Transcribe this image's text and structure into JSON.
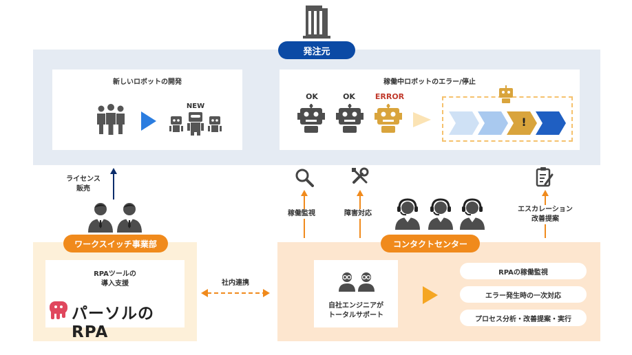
{
  "client": {
    "badge": "発注元",
    "new_robot_card": {
      "title": "新しいロボットの開発",
      "new_label": "NEW"
    },
    "error_card": {
      "title": "稼働中ロボットのエラー/停止",
      "status_ok_1": "OK",
      "status_ok_2": "OK",
      "status_error": "ERROR",
      "error_mark": "!"
    }
  },
  "flows": {
    "license": "ライセンス\n販売",
    "monitoring": "稼働監視",
    "trouble": "障害対応",
    "escalation": "エスカレーション\n改善提案",
    "internal_link": "社内連携"
  },
  "work_switch": {
    "badge": "ワークスイッチ事業部",
    "support_text": "RPAツールの\n導入支援",
    "logo_text": "パーソルのRPA"
  },
  "contact_center": {
    "badge": "コンタクトセンター",
    "engineer_text": "自社エンジニアが\nトータルサポート",
    "services": [
      "RPAの稼働監視",
      "エラー発生時の一次対応",
      "プロセス分析・改善提案・実行"
    ]
  },
  "colors": {
    "client_bg": "#e5ebf3",
    "client_badge": "#0b4aa5",
    "orange": "#f08a1c",
    "work_bg": "#fdf0d9",
    "center_bg": "#fde6cf",
    "robot_gray": "#4d4d4d",
    "robot_error": "#d9a43c",
    "error_red": "#c0392b",
    "arrow_blue": "#2b7de0"
  },
  "icons": [
    "building-icon",
    "people-group-icon",
    "robot-icon",
    "magnifier-icon",
    "tools-icon",
    "clipboard-icon",
    "headset-operator-icon",
    "business-person-icon",
    "engineer-icon",
    "rpa-logo-icon"
  ]
}
